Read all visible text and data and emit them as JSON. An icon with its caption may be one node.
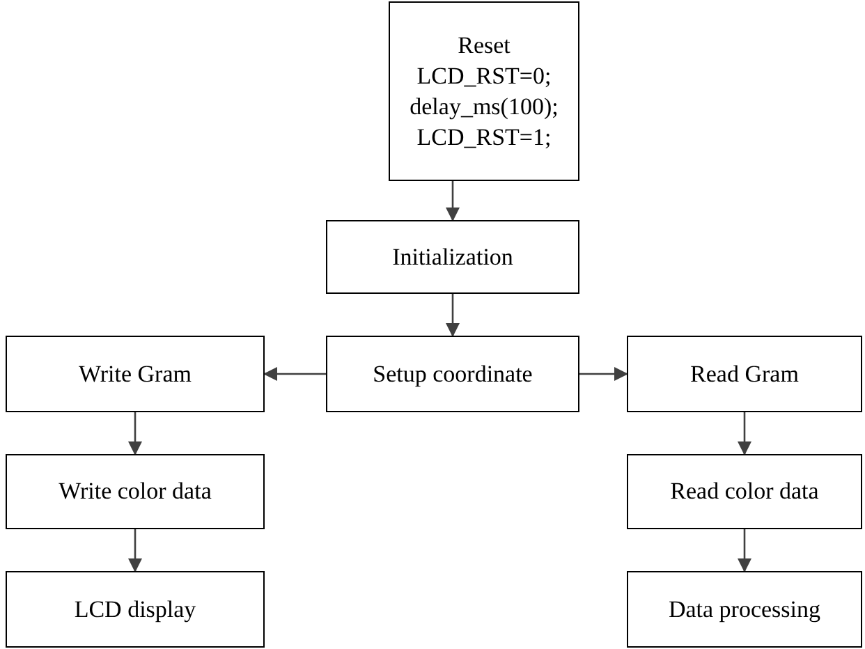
{
  "diagram": {
    "nodes": [
      {
        "text": [
          "Reset",
          "LCD_RST=0;",
          "delay_ms(100);",
          "LCD_RST=1;"
        ]
      },
      {
        "text": [
          "Initialization"
        ]
      },
      {
        "text": [
          "Setup coordinate"
        ]
      },
      {
        "text": [
          "Write Gram"
        ]
      },
      {
        "text": [
          "Read Gram"
        ]
      },
      {
        "text": [
          "Write color data"
        ]
      },
      {
        "text": [
          "Read color data"
        ]
      },
      {
        "text": [
          "LCD display"
        ]
      },
      {
        "text": [
          "Data processing"
        ]
      }
    ],
    "edges": [
      {
        "from": 0,
        "to": 1,
        "arrow": "to"
      },
      {
        "from": 1,
        "to": 2,
        "arrow": "to"
      },
      {
        "from": 2,
        "to": 3,
        "arrow": "to"
      },
      {
        "from": 2,
        "to": 4,
        "arrow": "to"
      },
      {
        "from": 3,
        "to": 5,
        "arrow": "to"
      },
      {
        "from": 5,
        "to": 7,
        "arrow": "to"
      },
      {
        "from": 4,
        "to": 6,
        "arrow": "to"
      },
      {
        "from": 6,
        "to": 8,
        "arrow": "to"
      }
    ]
  }
}
